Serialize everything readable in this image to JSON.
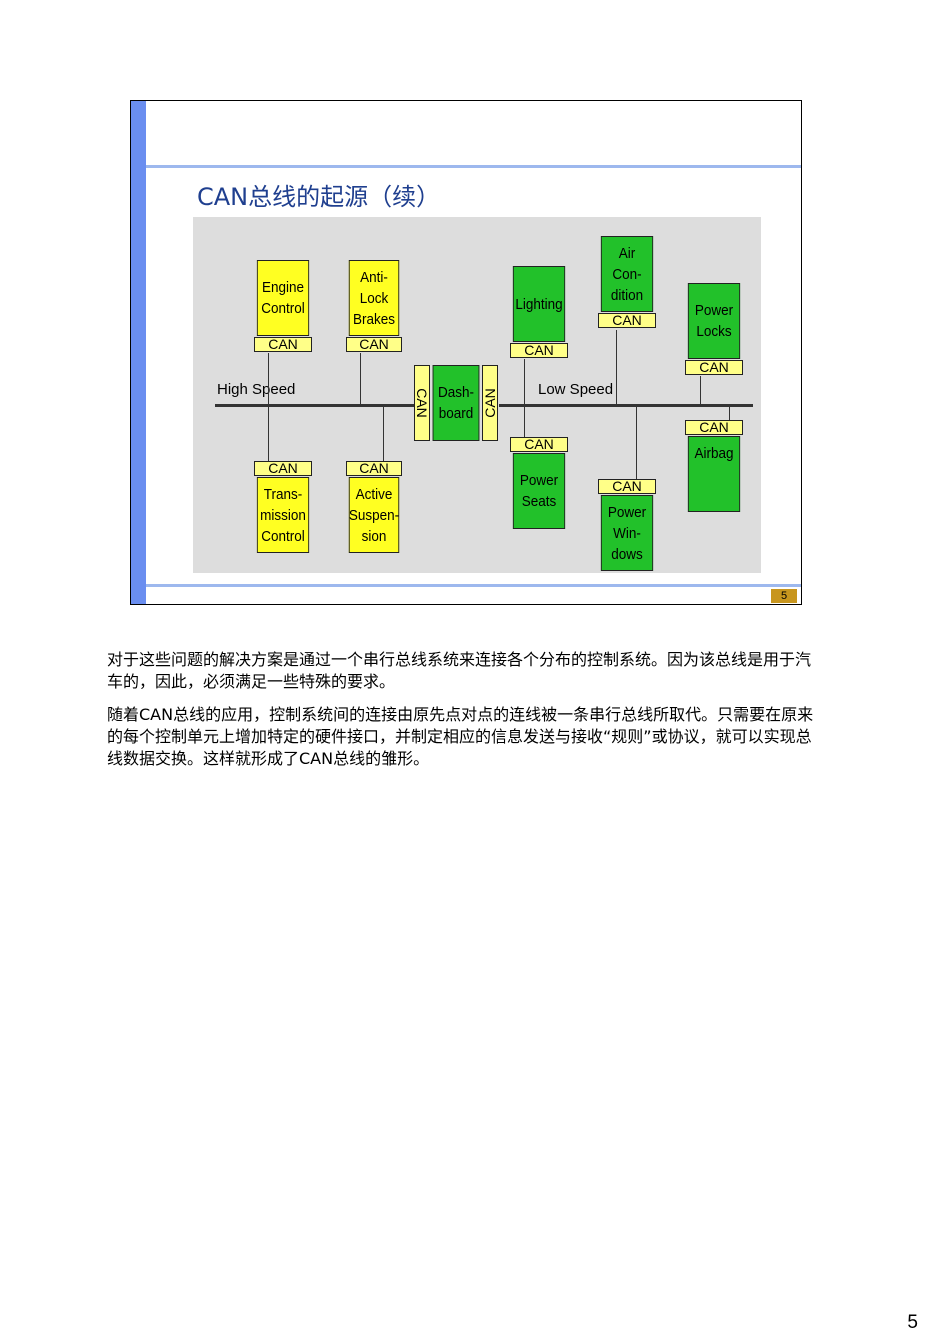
{
  "slide": {
    "title": "CAN总线的起源（续）",
    "number": "5"
  },
  "diagram": {
    "high_speed_label": "High Speed",
    "low_speed_label": "Low Speed",
    "can_label": "CAN",
    "nodes": {
      "engine_control": "Engine\nControl",
      "anti_lock_brakes": "Anti-\nLock\nBrakes",
      "transmission_control": "Trans-\nmission\nControl",
      "active_suspension": "Active\nSuspen-\nsion",
      "dashboard": "Dash-\nboard",
      "lighting": "Lighting",
      "air_condition": "Air\nCon-\ndition",
      "power_locks": "Power\nLocks",
      "power_seats": "Power\nSeats",
      "power_windows": "Power\nWin-\ndows",
      "airbag": "Airbag"
    },
    "colors": {
      "high_speed_node": "#ffff22",
      "low_speed_node": "#22c12a",
      "can_interface": "#ffff88"
    }
  },
  "body": {
    "paragraph1": "对于这些问题的解决方案是通过一个串行总线系统来连接各个分布的控制系统。因为该总线是用于汽车的，因此，必须满足一些特殊的要求。",
    "paragraph2": "随着CAN总线的应用，控制系统间的连接由原先点对点的连线被一条串行总线所取代。只需要在原来的每个控制单元上增加特定的硬件接口，并制定相应的信息发送与接收“规则”或协议，就可以实现总线数据交换。这样就形成了CAN总线的雏形。"
  },
  "page_number": "5"
}
